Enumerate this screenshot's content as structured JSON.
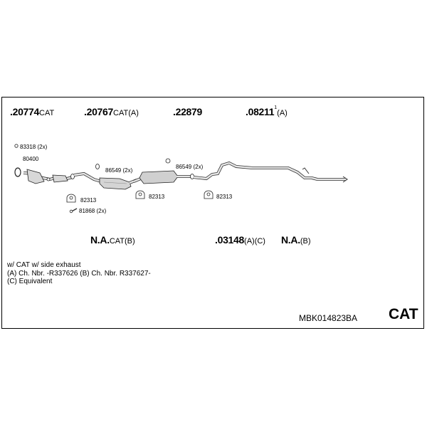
{
  "parts_top": [
    {
      "number": ".20774",
      "suffix": "CAT",
      "sup": ""
    },
    {
      "number": ".20767",
      "suffix": "CAT(A)",
      "sup": ""
    },
    {
      "number": ".22879",
      "suffix": "",
      "sup": ""
    },
    {
      "number": ".08211",
      "suffix": "(A)",
      "sup": "1"
    }
  ],
  "parts_bottom": [
    {
      "number": "N.A.",
      "suffix": "CAT(B)"
    },
    {
      "number": ".03148",
      "suffix": "(A)(C)"
    },
    {
      "number": "N.A.",
      "suffix": "(B)"
    }
  ],
  "small_labels": {
    "l83318": "83318 (2x)",
    "l80400": "80400",
    "l86549a": "86549 (2x)",
    "l86549b": "86549 (2x)",
    "l82313a": "82313",
    "l82313b": "82313",
    "l82313c": "82313",
    "l81868": "81868 (2x)"
  },
  "notes": {
    "line1": "w/ CAT   w/ side exhaust",
    "line2": "(A) Ch. Nbr. -R337626 (B) Ch. Nbr. R337627-",
    "line3": "(C) Equivalent"
  },
  "footer": {
    "code": "MBK014823BA",
    "type": "CAT"
  }
}
